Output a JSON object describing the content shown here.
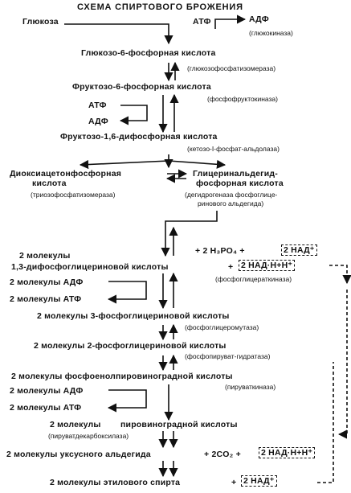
{
  "title": "СХЕМА СПИРТОВОГО БРОЖЕНИЯ",
  "top": {
    "glucose": "Глюкоза",
    "atp": "АТФ",
    "adp": "АДФ",
    "enzyme": "(глюкокиназа)"
  },
  "step1": {
    "compound": "Глюкозо-6-фосфорная кислота",
    "enzyme": "(глюкозофосфатизомераза)"
  },
  "step2": {
    "compound": "Фруктозо-6-фосфорная кислота",
    "enzyme": "(фосфофруктокиназа)",
    "atp": "АТФ",
    "adp": "АДФ"
  },
  "step3": {
    "compound": "Фруктозо-1,6-дифосфорная кислота",
    "enzyme": "(кетозо-І-фосфат-альдолаза)"
  },
  "split": {
    "left_line1": "Диоксиацетонфосфорная",
    "left_line2": "кислота",
    "left_enzyme": "(триозофосфатизомераза)",
    "right_line1": "Глицеринальдегид-",
    "right_line2": "фосфорная кислота",
    "right_enzyme_line1": "(дегидрогеназа фосфоглице-",
    "right_enzyme_line2": "ринового альдегида)"
  },
  "step4": {
    "pre": "2 молекулы",
    "compound": "1,3-дифосфоглицериновой кислоты",
    "plus_phosphate": "+ 2 H₃PO₄ +",
    "nad": "2 НАД⁺",
    "plus": "+",
    "nadh": "2 НАД·Н+Н⁺",
    "enzyme": "(фосфоглицераткиназа)",
    "adp": "2 молекулы АДФ",
    "atp": "2 молекулы АТФ"
  },
  "step5": {
    "compound": "2 молекулы 3-фосфоглицериновой кислоты",
    "enzyme": "(фосфоглицеромутаза)"
  },
  "step6": {
    "compound": "2 молекулы 2-фосфоглицериновой кислоты",
    "enzyme": "(фосфопируват-гидратаза)"
  },
  "step7": {
    "compound": "2 молекулы фосфоенолпировиноградной кислоты",
    "enzyme": "(пируваткиназа)",
    "adp": "2 молекулы АДФ",
    "atp": "2 молекулы АТФ"
  },
  "step8": {
    "compound_pre": "2 молекулы",
    "compound": "пировиноградной кислоты",
    "enzyme": "(пируватдекарбоксилаза)"
  },
  "step9": {
    "compound": "2 молекулы уксусного альдегида",
    "co2": "+ 2CO₂ +",
    "nadh": "2 НАД·Н+Н⁺"
  },
  "step10": {
    "compound": "2 молекулы этилового спирта",
    "plus": "+",
    "nad": "2 НАД⁺"
  }
}
